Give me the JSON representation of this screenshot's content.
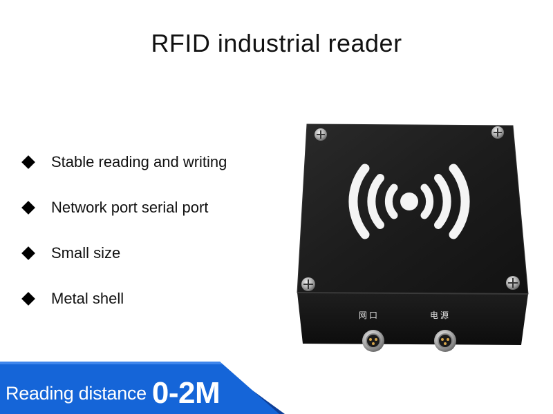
{
  "title": "RFID industrial reader",
  "features": [
    "Stable reading and writing",
    "Network port serial port",
    "Small size",
    "Metal shell"
  ],
  "device": {
    "port_labels": [
      "网口",
      "电源"
    ]
  },
  "banner": {
    "label": "Reading distance",
    "value": "0-2M"
  },
  "colors": {
    "banner_blue": "#1565d8",
    "device_body": "#1a1a1a",
    "text": "#111111"
  },
  "icons": [
    "diamond-bullet-icon",
    "rfid-wave-icon",
    "screw-icon",
    "connector-icon"
  ]
}
